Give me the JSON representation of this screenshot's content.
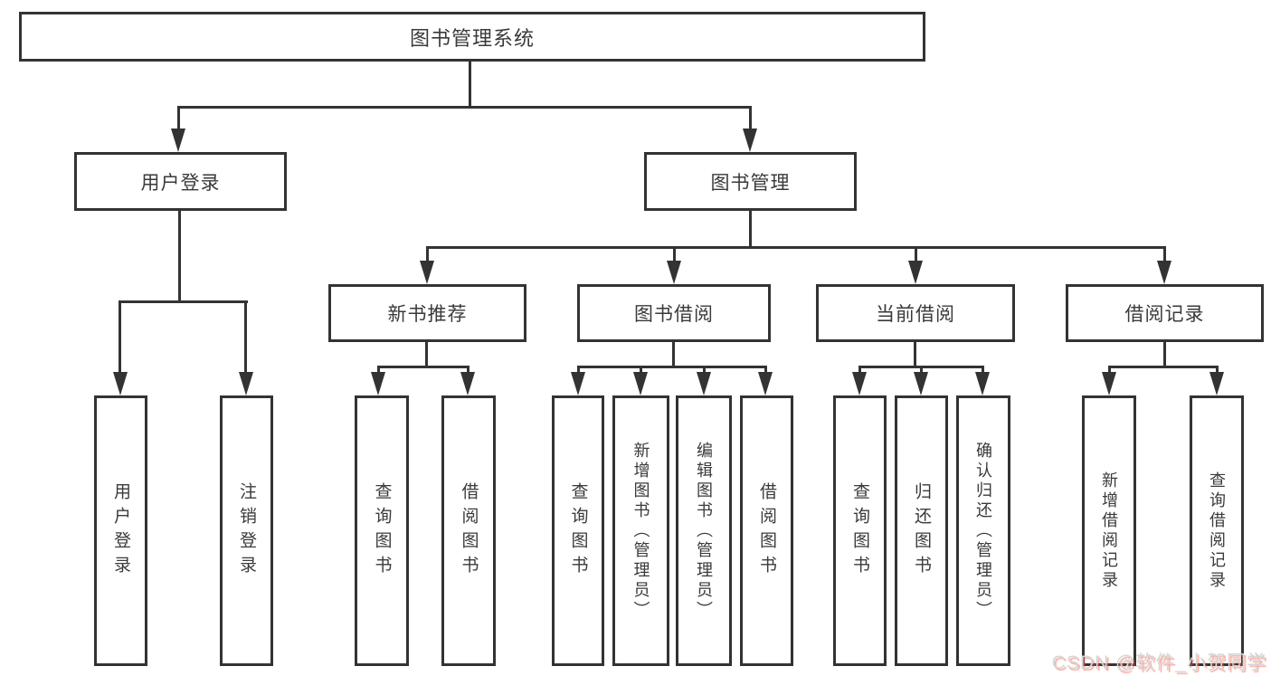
{
  "title": "图书管理系统",
  "colors": {
    "line": "#333333",
    "box_border": "#333333",
    "text": "#3a3a3a",
    "background": "#ffffff",
    "watermark_text": "#d6d6d6",
    "watermark_shadow": "#fa5f4b"
  },
  "tree": {
    "label": "图书管理系统",
    "children": [
      {
        "label": "用户登录",
        "children": [
          {
            "label": "用户登录"
          },
          {
            "label": "注销登录"
          }
        ]
      },
      {
        "label": "图书管理",
        "children": [
          {
            "label": "新书推荐",
            "children": [
              {
                "label": "查询图书"
              },
              {
                "label": "借阅图书"
              }
            ]
          },
          {
            "label": "图书借阅",
            "children": [
              {
                "label": "查询图书"
              },
              {
                "label": "新增图书（管理员）"
              },
              {
                "label": "编辑图书（管理员）"
              },
              {
                "label": "借阅图书"
              }
            ]
          },
          {
            "label": "当前借阅",
            "children": [
              {
                "label": "查询图书"
              },
              {
                "label": "归还图书"
              },
              {
                "label": "确认归还（管理员）"
              }
            ]
          },
          {
            "label": "借阅记录",
            "children": [
              {
                "label": "新增借阅记录"
              },
              {
                "label": "查询借阅记录"
              }
            ]
          }
        ]
      }
    ]
  },
  "watermark": {
    "text": "CSDN @软件_小贺同学"
  }
}
